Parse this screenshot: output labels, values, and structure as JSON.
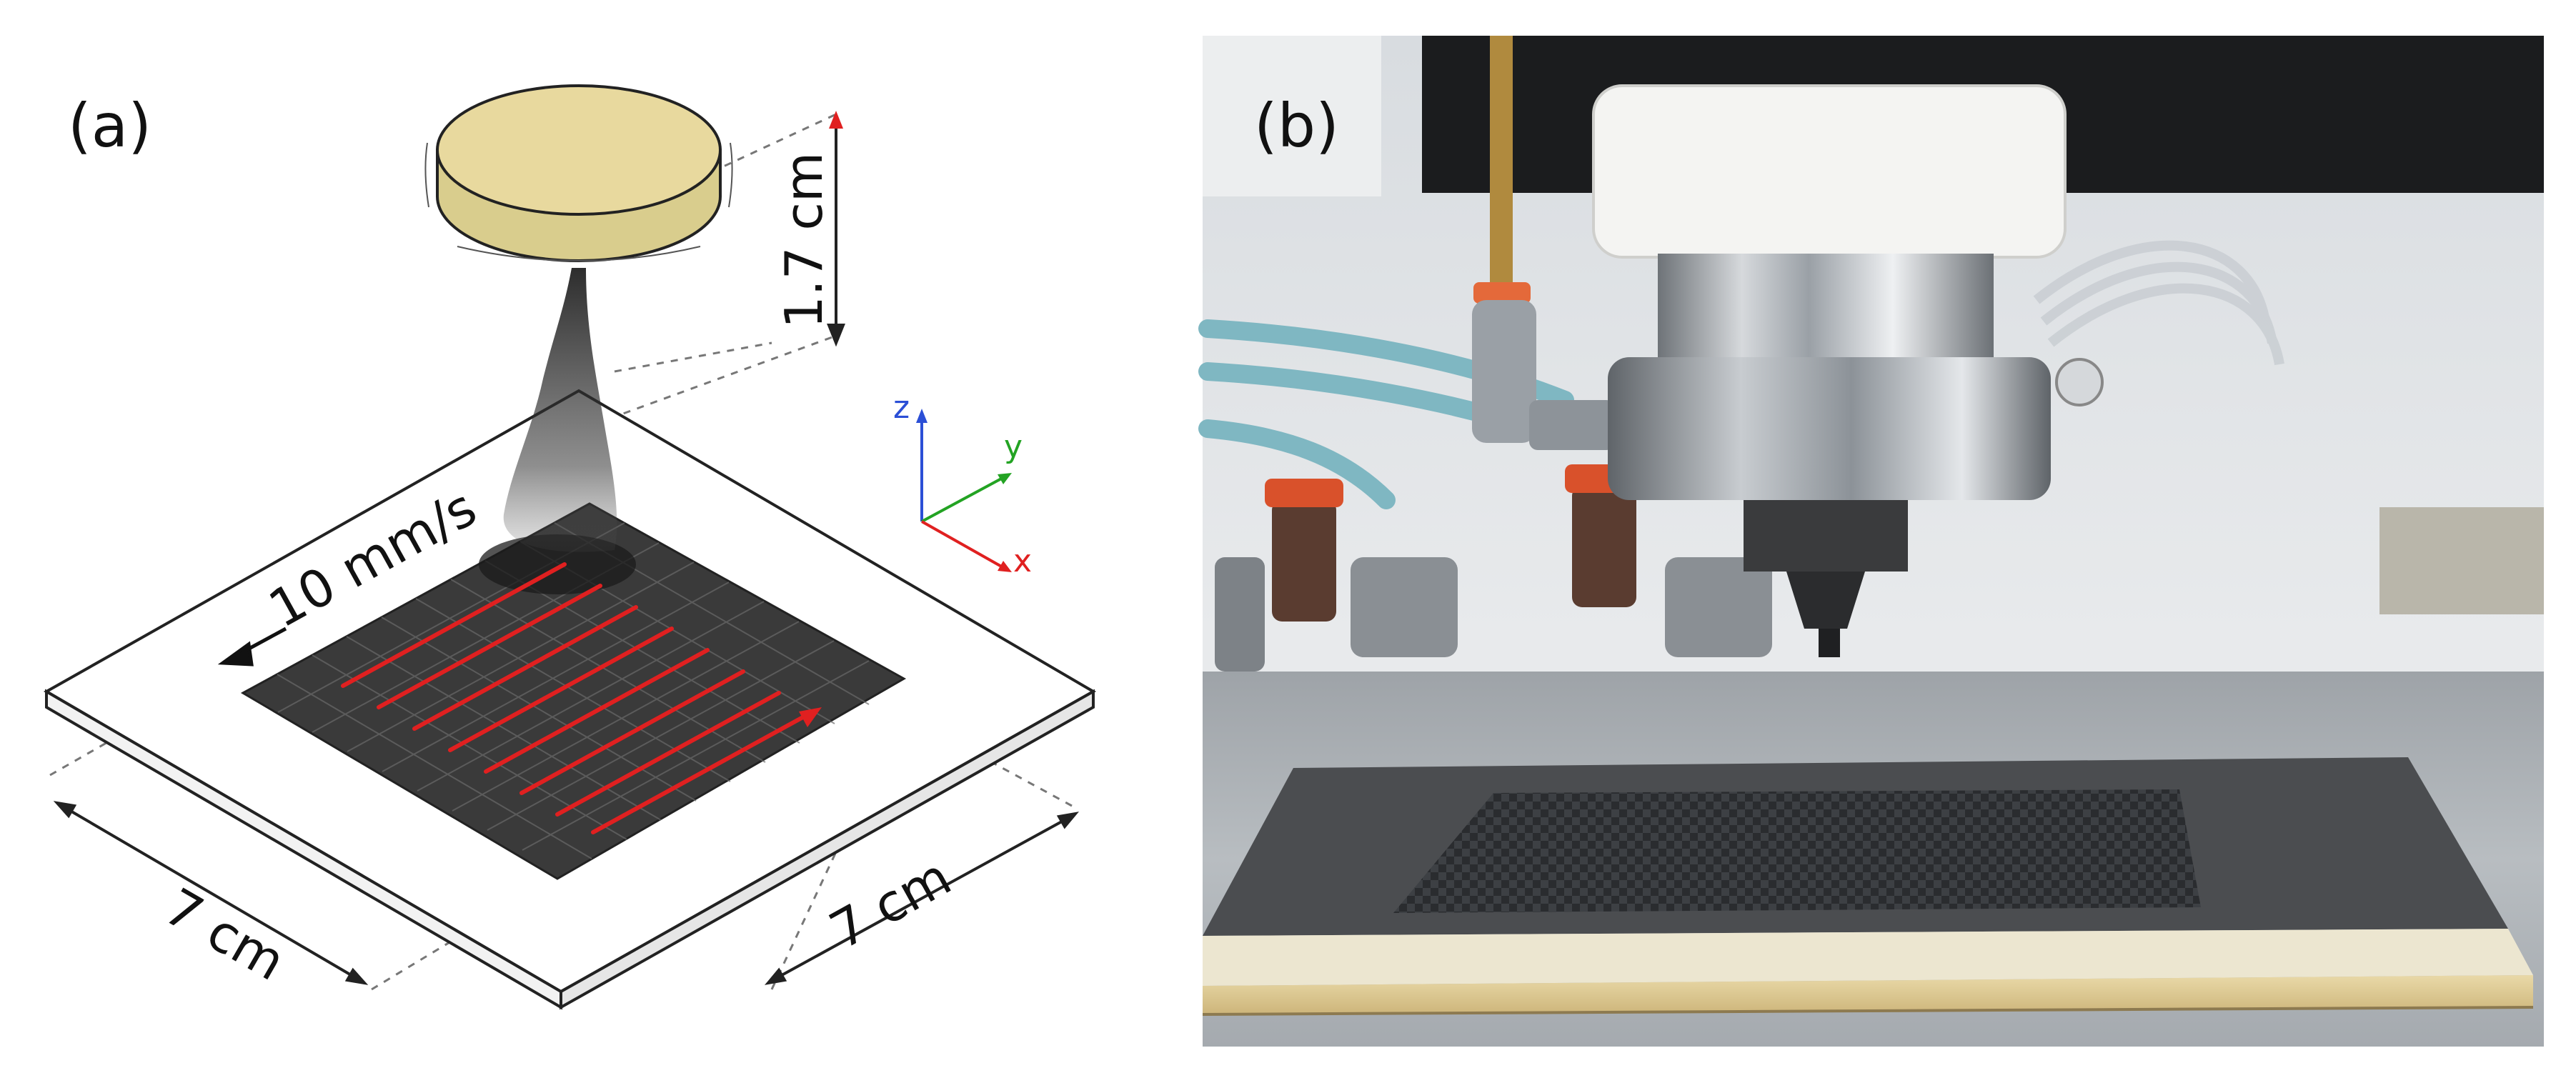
{
  "figure": {
    "panel_a_label": "(a)",
    "panel_b_label": "(b)",
    "height_label": "1.7 cm",
    "speed_label": "10 mm/s",
    "width_label_left": "7 cm",
    "width_label_right": "7 cm",
    "axis_labels": {
      "x": "x",
      "y": "y",
      "z": "z"
    },
    "colors": {
      "nozzle_top": "#e8d99e",
      "nozzle_side": "#d9cd8d",
      "scan_path": "#e02020",
      "fabric": "#3b3b3b",
      "plate": "#ffffff",
      "axis_x": "#e02020",
      "axis_y": "#23a323",
      "axis_z": "#2b4fd6"
    }
  }
}
